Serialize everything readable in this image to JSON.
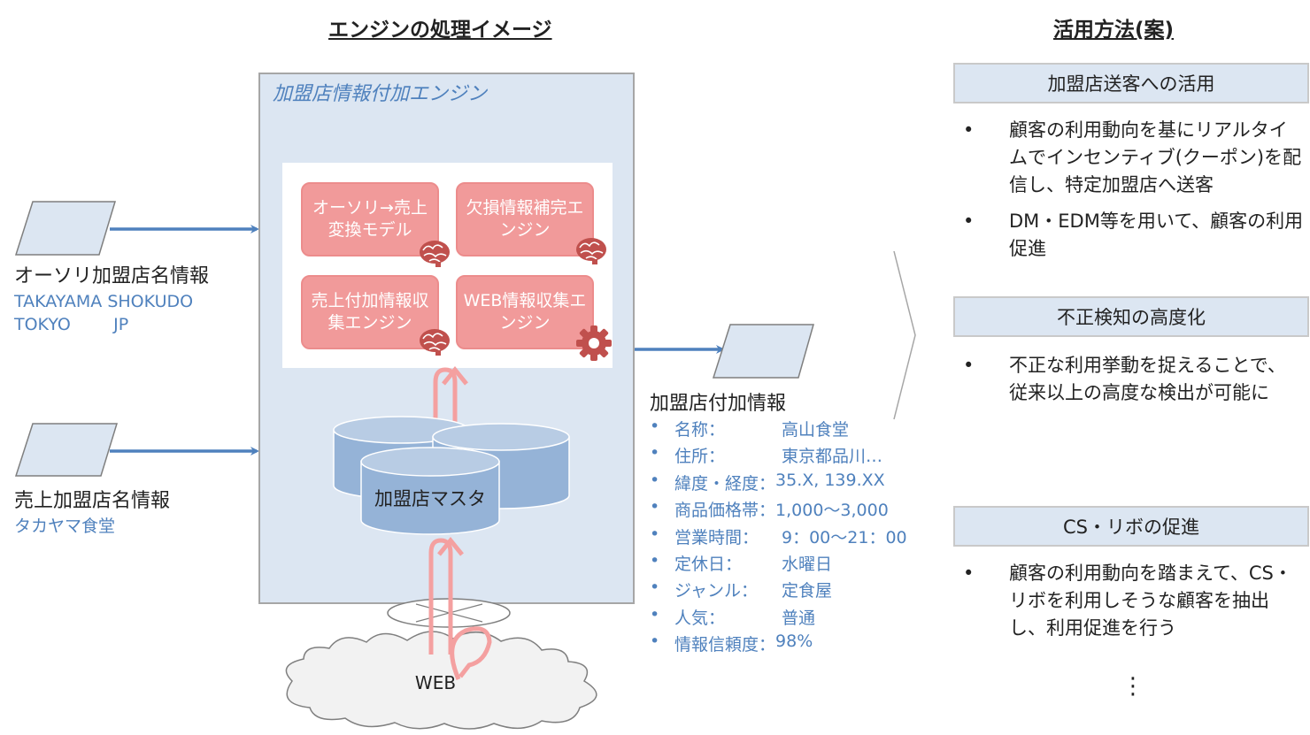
{
  "titles": {
    "left": "エンジンの処理イメージ",
    "right": "活用方法(案)"
  },
  "engine": {
    "title": "加盟店情報付加エンジン",
    "modules": [
      "オーソリ→売上変換モデル",
      "欠損情報補完エンジン",
      "売上付加情報収集エンジン",
      "WEB情報収集エンジン"
    ],
    "module_icons": [
      "brain-icon",
      "brain-icon",
      "brain-icon",
      "gear-icon"
    ],
    "database_label": "加盟店マスタ"
  },
  "inputs": [
    {
      "label": "オーソリ加盟店名情報",
      "sub": "TAKAYAMA SHOKUDO\nTOKYO        JP"
    },
    {
      "label": "売上加盟店名情報",
      "sub": "タカヤマ食堂"
    }
  ],
  "web_label": "WEB",
  "output": {
    "title": "加盟店付加情報",
    "items": [
      {
        "key": "名称：",
        "value": "高山食堂"
      },
      {
        "key": "住所：",
        "value": "東京都品川…"
      },
      {
        "key": "緯度・経度：",
        "value": "35.X, 139.XX"
      },
      {
        "key": "商品価格帯：",
        "value": "1,000～3,000"
      },
      {
        "key": "営業時間：",
        "value": "9：00～21：00"
      },
      {
        "key": "定休日：",
        "value": "水曜日"
      },
      {
        "key": "ジャンル：",
        "value": "定食屋"
      },
      {
        "key": "人気：",
        "value": "普通"
      },
      {
        "key": "情報信頼度：",
        "value": "98%"
      }
    ]
  },
  "uses": [
    {
      "heading": "加盟店送客への活用",
      "bullets": [
        "顧客の利用動向を基にリアルタイムでインセンティブ(クーポン)を配信し、特定加盟店へ送客",
        "DM・EDM等を用いて、顧客の利用促進"
      ]
    },
    {
      "heading": "不正検知の高度化",
      "bullets": [
        "不正な利用挙動を捉えることで、従来以上の高度な検出が可能に"
      ]
    },
    {
      "heading": "CS・リボの促進",
      "bullets": [
        "顧客の利用動向を踏まえて、CS・リボを利用しそうな顧客を抽出し、利用促進を行う"
      ]
    }
  ],
  "bullet_char": "•",
  "more": "⋮",
  "colors": {
    "engine_fill": "#dce6f2",
    "module_fill": "#f19a9a",
    "arrow_blue": "#4f81bd",
    "arrow_pink": "#f4a0a0",
    "db_fill": "#95b3d7",
    "accent_text": "#4f81bd"
  }
}
